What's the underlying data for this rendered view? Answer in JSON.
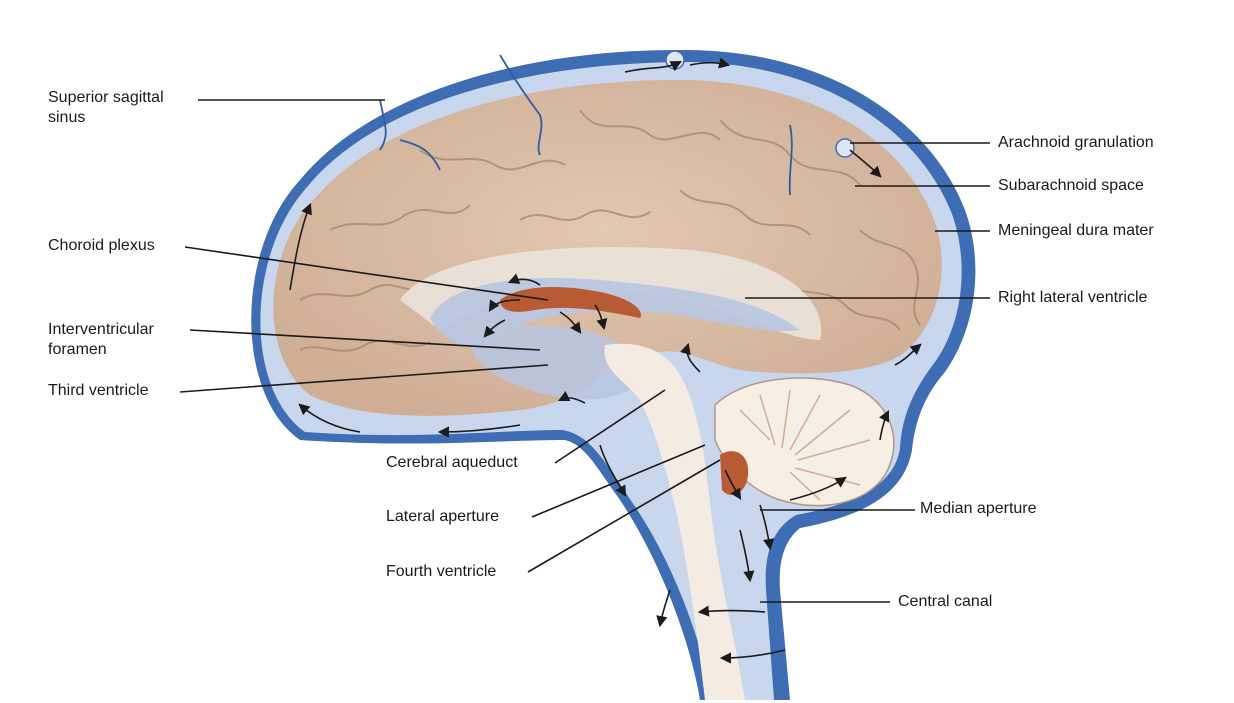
{
  "colors": {
    "dura": "#3f6db4",
    "csf_space": "#c9d7ee",
    "brain": "#d9bba3",
    "brain_sulci": "#a98972",
    "ventricle": "#b8c6e2",
    "choroid": "#b85a33",
    "brainstem": "#f4ece2",
    "cerebellum_white": "#f6efe4"
  },
  "labels": {
    "superior_sagittal_sinus": "Superior sagittal\nsinus",
    "choroid_plexus": "Choroid plexus",
    "interventricular_foramen": "Interventricular\nforamen",
    "third_ventricle": "Third ventricle",
    "cerebral_aqueduct": "Cerebral aqueduct",
    "lateral_aperture": "Lateral aperture",
    "fourth_ventricle": "Fourth ventricle",
    "arachnoid_granulation": "Arachnoid granulation",
    "subarachnoid_space": "Subarachnoid space",
    "meningeal_dura_mater": "Meningeal dura mater",
    "right_lateral_ventricle": "Right lateral ventricle",
    "median_aperture": "Median aperture",
    "central_canal": "Central canal"
  }
}
